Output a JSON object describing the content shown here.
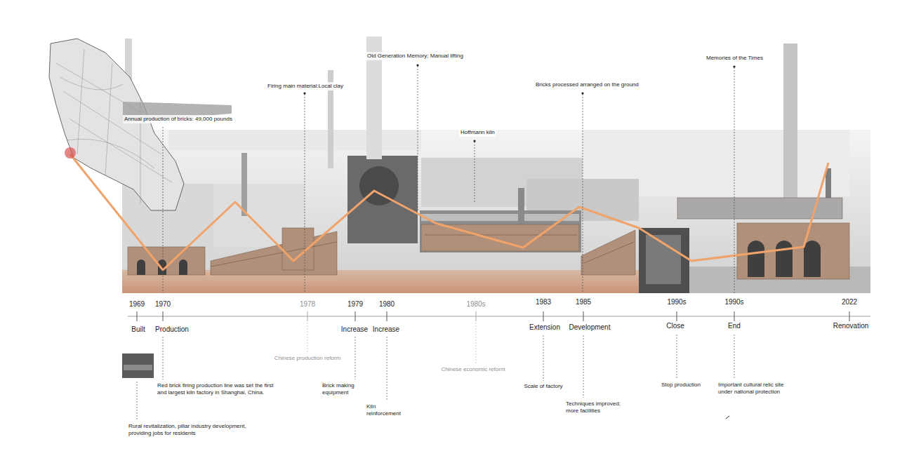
{
  "diagram": {
    "labels": [
      "Annual production of bricks: 49,000 pounds",
      "Firing main material:Local clay",
      "Old Generation Memory; Manual lifting",
      "Hoffmann kiln",
      "Bricks processed arranged on the ground",
      "Memories of the Times",
      "1969",
      "1970",
      "1978",
      "1979",
      "1980",
      "1980s",
      "1983",
      "1985",
      "1990s",
      "1990s",
      "2022",
      "Built",
      "Production",
      "Increase",
      "Increase",
      "Extension",
      "Development",
      "Close",
      "End",
      "Renovation",
      "Red brick firing production line was set the first and largest kiln factory in Shanghai, China.",
      "Rural revitalization, pillar industry development, providing jobs for residents",
      "Chinese production reform",
      "Brick making equipment",
      "Kiln reinforcement",
      "Chinese economic reform",
      "Scale of factory",
      "Techniques improved; more facilities",
      "Stop production",
      "Important cultural relic site under national protection"
    ]
  }
}
